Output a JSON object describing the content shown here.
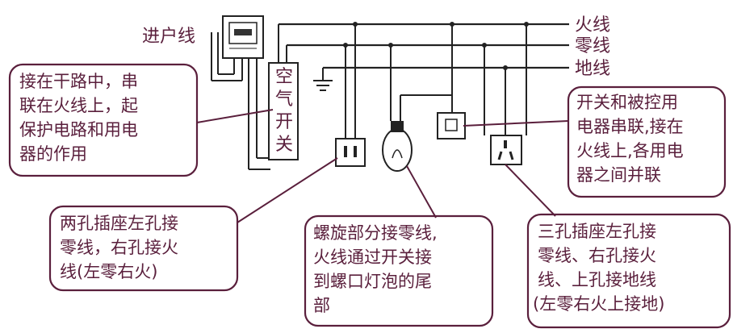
{
  "lines": {
    "live": "火线",
    "neutral": "零线",
    "ground": "地线"
  },
  "service_line": "进户线",
  "breaker": [
    "空",
    "气",
    "开",
    "关"
  ],
  "notes": {
    "breaker_note": [
      "接在干路中，串",
      "联在火线上，起",
      "保护电路和用电",
      "器的作用"
    ],
    "switch_note": [
      "开关和被控用",
      "电器串联,接在",
      "火线上,各用电",
      "器之间并联"
    ],
    "two_hole_note": [
      "两孔插座左孔接",
      "零线，右孔接火",
      "线(左零右火)"
    ],
    "bulb_note": [
      "螺旋部分接零线,",
      "火线通过开关接",
      "到螺口灯泡的尾",
      "部"
    ],
    "three_hole_note": [
      "三孔插座左孔接",
      "零线、右孔接火",
      "线、上孔接地线",
      "(左零右火上接地)"
    ]
  },
  "colors": {
    "text": "#5a1f3c",
    "wire": "#222222",
    "box_border": "#5a1f3c",
    "accent": "#7a1e5a"
  }
}
